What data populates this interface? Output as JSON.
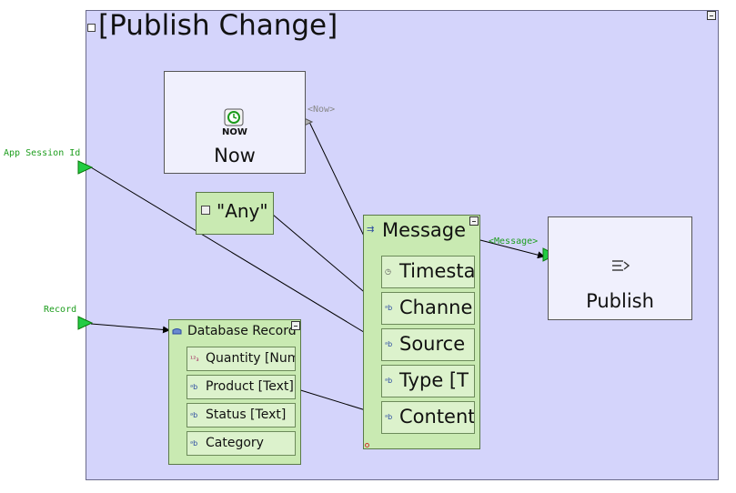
{
  "diagram": {
    "title": "[Publish Change]",
    "now_node": {
      "icon_text": "NOW",
      "label": "Now",
      "output_port": "<Now>"
    },
    "any_node": {
      "label": "\"Any\""
    },
    "inputs": {
      "app_session": "App Session Id",
      "record": "Record"
    },
    "database_record": {
      "title": "Database Record",
      "fields": [
        "Quantity [Num",
        "Product [Text]",
        "Status [Text]",
        "Category"
      ]
    },
    "message": {
      "title": "Message",
      "fields": [
        "Timesta",
        "Channe",
        "Source",
        "Type [T",
        "Content"
      ]
    },
    "message_port_label": "<Message>",
    "publish": {
      "label": "Publish"
    }
  }
}
